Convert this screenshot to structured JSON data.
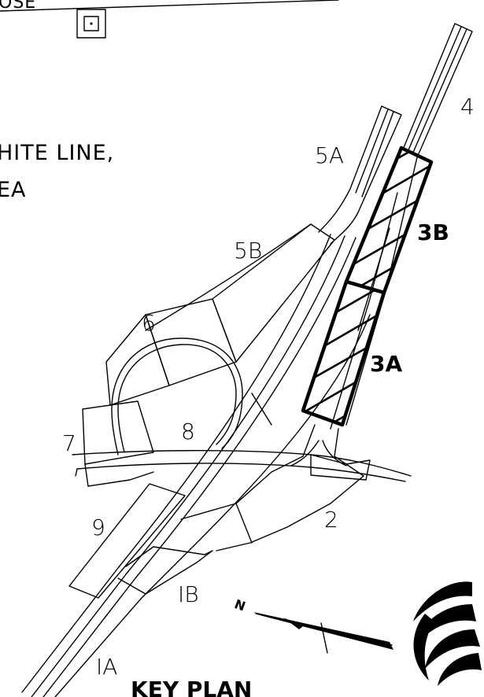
{
  "top_fragment": "OSE",
  "note": {
    "line1": "HITE LINE,",
    "line2": "EA"
  },
  "areas": {
    "a4": "4",
    "a5a": "5A",
    "a5b": "5B",
    "a6": "6",
    "a7": "7",
    "a8": "8",
    "a9": "9",
    "a1a": "IA",
    "a1b": "IB",
    "a2": "2",
    "a3a": "3A",
    "a3b": "3B"
  },
  "north_label": "N",
  "title": "KEY PLAN"
}
